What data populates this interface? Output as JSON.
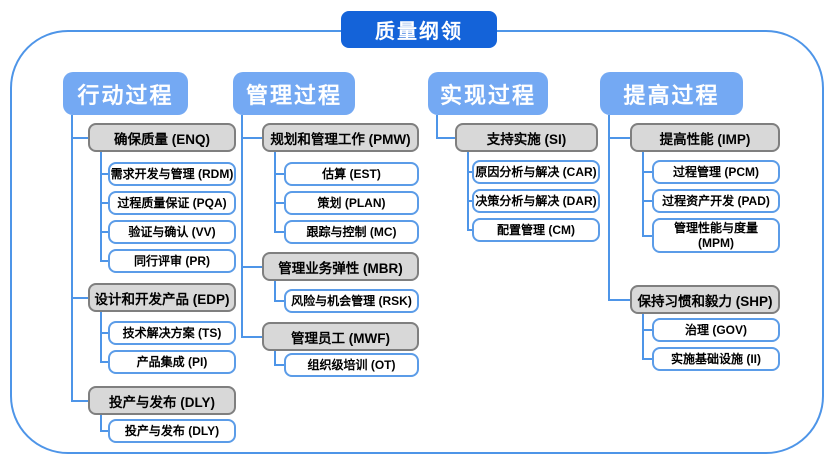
{
  "title": "质量纲领",
  "colors": {
    "title_bg": "#1463d9",
    "header_bg": "#74a9f3",
    "frame_border": "#4e95e8",
    "connector_line": "#4e95e8",
    "child_border": "#5b9ce8",
    "group_fill": "#d8d8d8",
    "group_border": "#7f7f7f"
  },
  "columns": [
    {
      "header": "行动过程",
      "groups": [
        {
          "label": "确保质量 (ENQ)",
          "children": [
            "需求开发与管理 (RDM)",
            "过程质量保证 (PQA)",
            "验证与确认 (VV)",
            "同行评审 (PR)"
          ]
        },
        {
          "label": "设计和开发产品 (EDP)",
          "children": [
            "技术解决方案 (TS)",
            "产品集成 (PI)"
          ]
        },
        {
          "label": "投产与发布 (DLY)",
          "children": [
            "投产与发布 (DLY)"
          ]
        }
      ]
    },
    {
      "header": "管理过程",
      "groups": [
        {
          "label": "规划和管理工作 (PMW)",
          "children": [
            "估算 (EST)",
            "策划 (PLAN)",
            "跟踪与控制 (MC)"
          ]
        },
        {
          "label": "管理业务弹性 (MBR)",
          "children": [
            "风险与机会管理 (RSK)"
          ]
        },
        {
          "label": "管理员工 (MWF)",
          "children": [
            "组织级培训 (OT)"
          ]
        }
      ]
    },
    {
      "header": "实现过程",
      "groups": [
        {
          "label": "支持实施 (SI)",
          "children": [
            "原因分析与解决 (CAR)",
            "决策分析与解决 (DAR)",
            "配置管理 (CM)"
          ]
        }
      ]
    },
    {
      "header": "提高过程",
      "groups": [
        {
          "label": "提高性能 (IMP)",
          "children": [
            "过程管理 (PCM)",
            "过程资产开发 (PAD)",
            "管理性能与度量 (MPM)"
          ]
        },
        {
          "label": "保持习惯和毅力 (SHP)",
          "children": [
            "治理 (GOV)",
            "实施基础设施 (II)"
          ]
        }
      ]
    }
  ]
}
